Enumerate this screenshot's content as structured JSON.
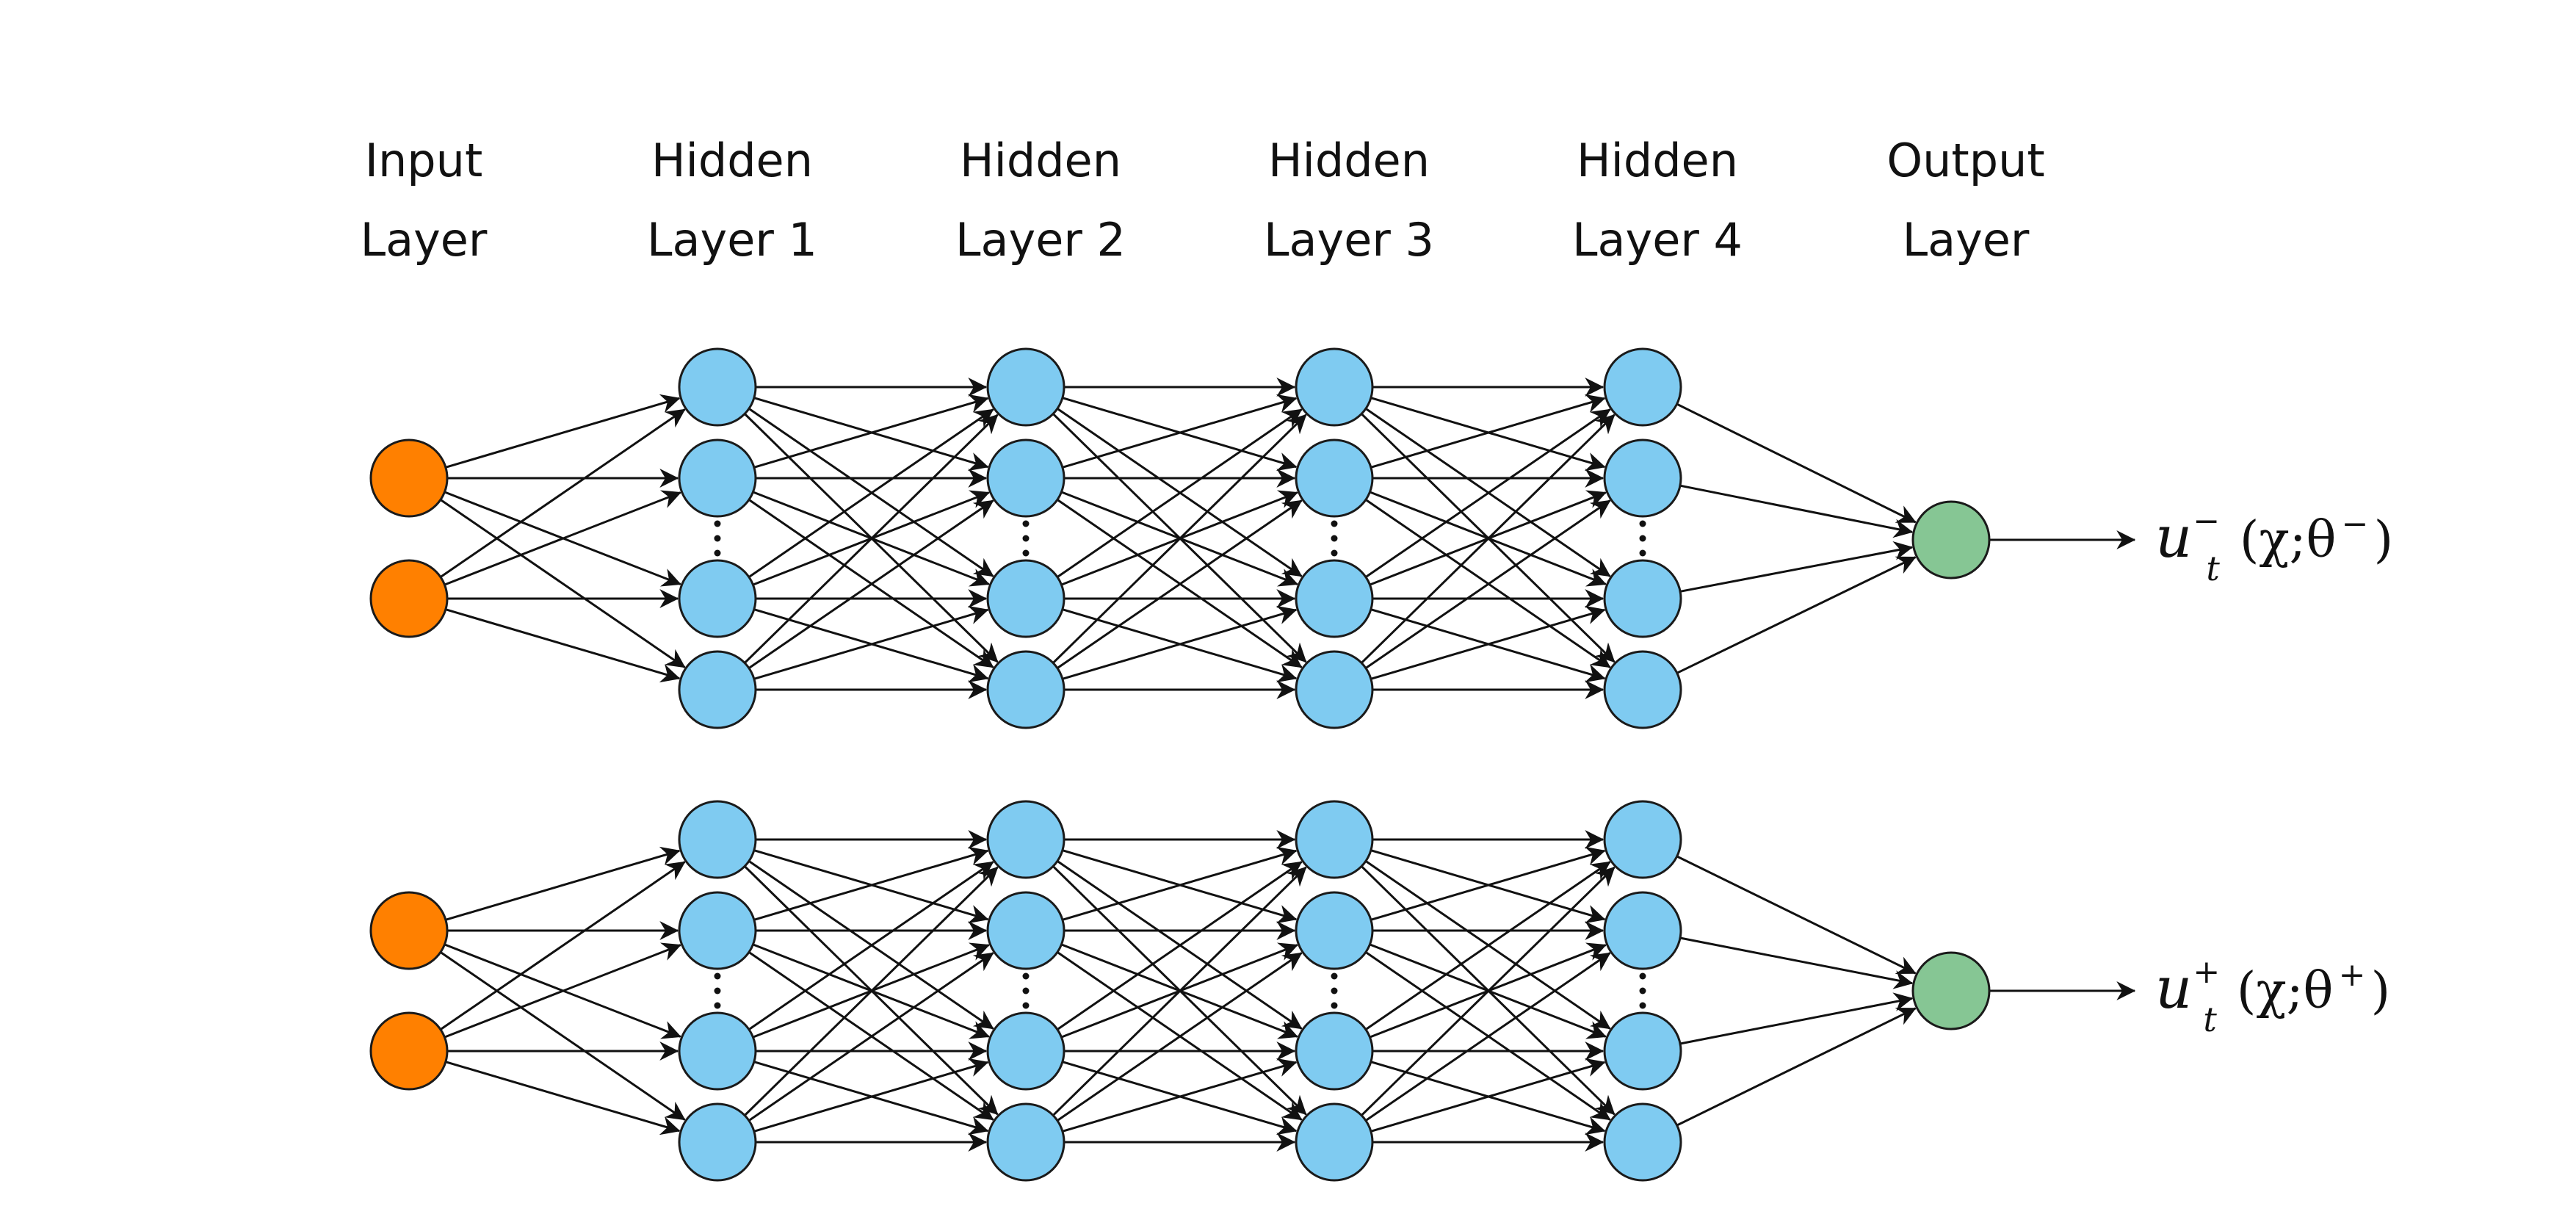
{
  "layers": [
    {
      "id": "input",
      "line1": "Input",
      "line2": "Layer"
    },
    {
      "id": "hidden1",
      "line1": "Hidden",
      "line2": "Layer 1"
    },
    {
      "id": "hidden2",
      "line1": "Hidden",
      "line2": "Layer 2"
    },
    {
      "id": "hidden3",
      "line1": "Hidden",
      "line2": "Layer 3"
    },
    {
      "id": "hidden4",
      "line1": "Hidden",
      "line2": "Layer 4"
    },
    {
      "id": "output",
      "line1": "Output",
      "line2": "Layer"
    }
  ],
  "networks": [
    {
      "id": "minus",
      "output": {
        "base": "u",
        "sub": "t",
        "sup": "−",
        "args": "(χ;θ",
        "args_sup": "−",
        "close": ")"
      }
    },
    {
      "id": "plus",
      "output": {
        "base": "u",
        "sub": "t",
        "sup": "+",
        "args": "(χ;θ",
        "args_sup": "+",
        "close": ")"
      }
    }
  ],
  "structure": {
    "input_nodes": 2,
    "hidden_nodes_shown": 4,
    "hidden_layers": 4,
    "output_nodes": 1,
    "hidden_ellipsis": "⋮"
  },
  "colors": {
    "input": "#ff8000",
    "hidden": "#7fcbf1",
    "output": "#86c694",
    "edge": "#111111",
    "stroke": "#1a1a1a"
  }
}
